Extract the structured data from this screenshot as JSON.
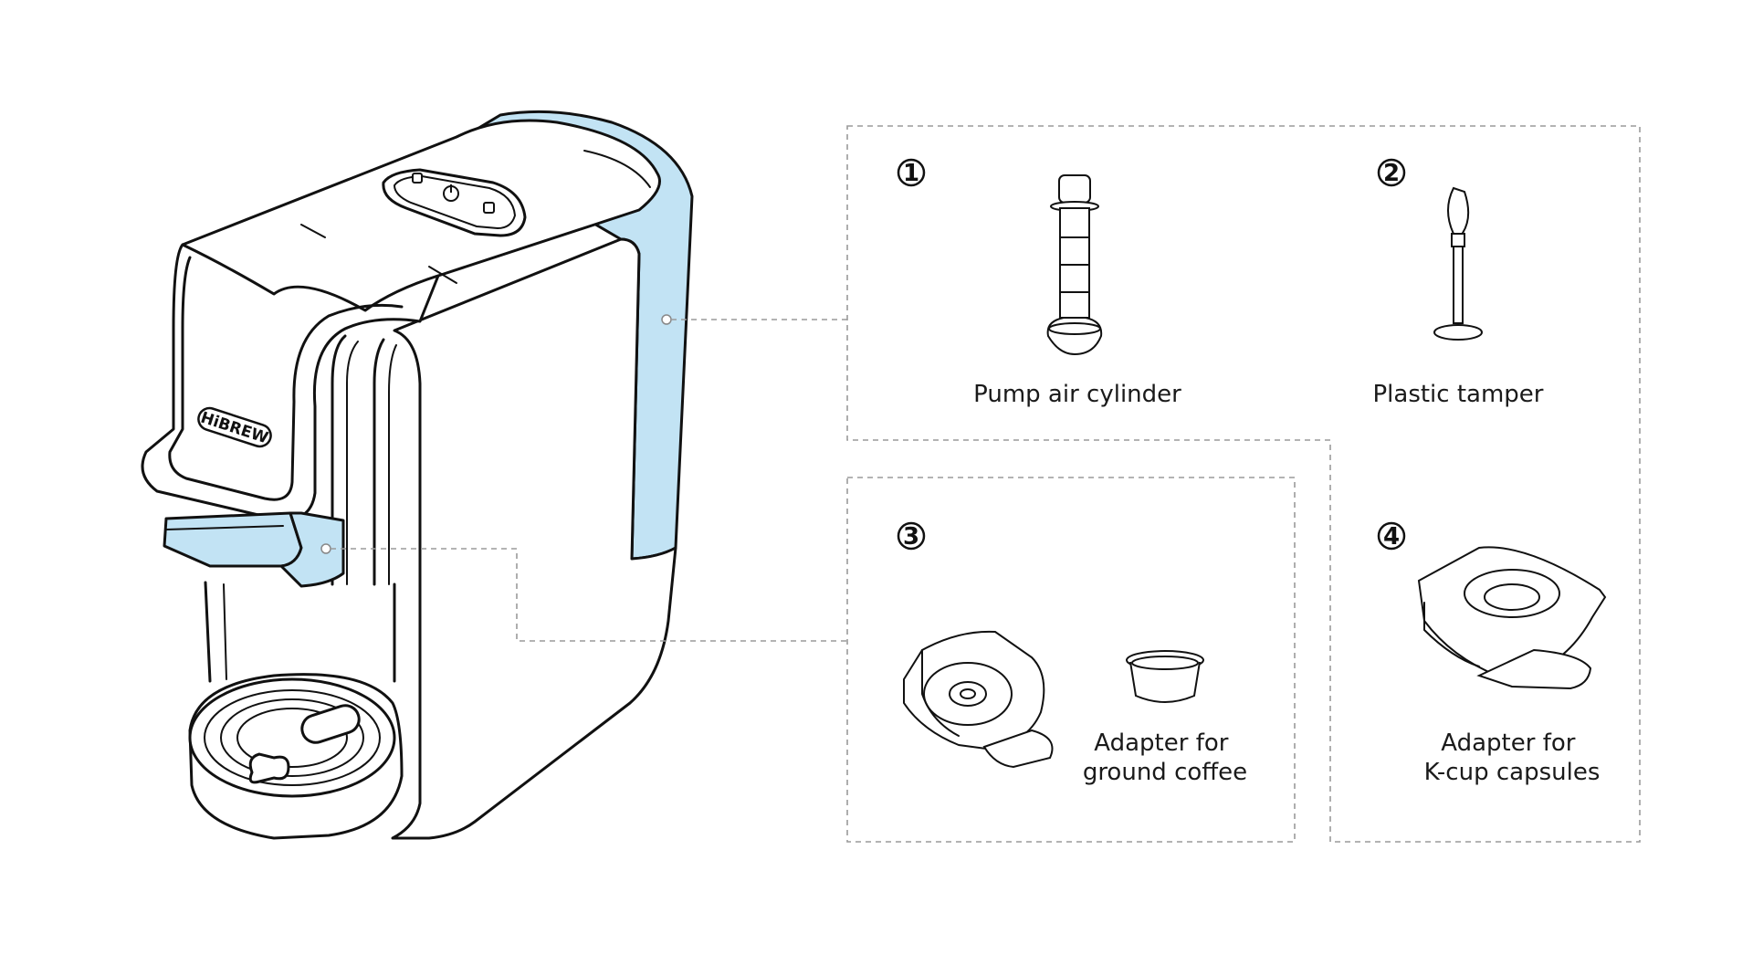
{
  "brand": "HiBREW",
  "colors": {
    "highlight": "#c2e3f4",
    "ink": "#111111",
    "dash": "#9a9a9a"
  },
  "accessories": [
    {
      "number": "①",
      "label_lines": [
        "Pump air cylinder"
      ]
    },
    {
      "number": "②",
      "label_lines": [
        "Plastic tamper"
      ]
    },
    {
      "number": "③",
      "label_lines": [
        "Adapter for",
        "ground coffee"
      ]
    },
    {
      "number": "④",
      "label_lines": [
        "Adapter for",
        "K-cup  capsules"
      ]
    }
  ]
}
